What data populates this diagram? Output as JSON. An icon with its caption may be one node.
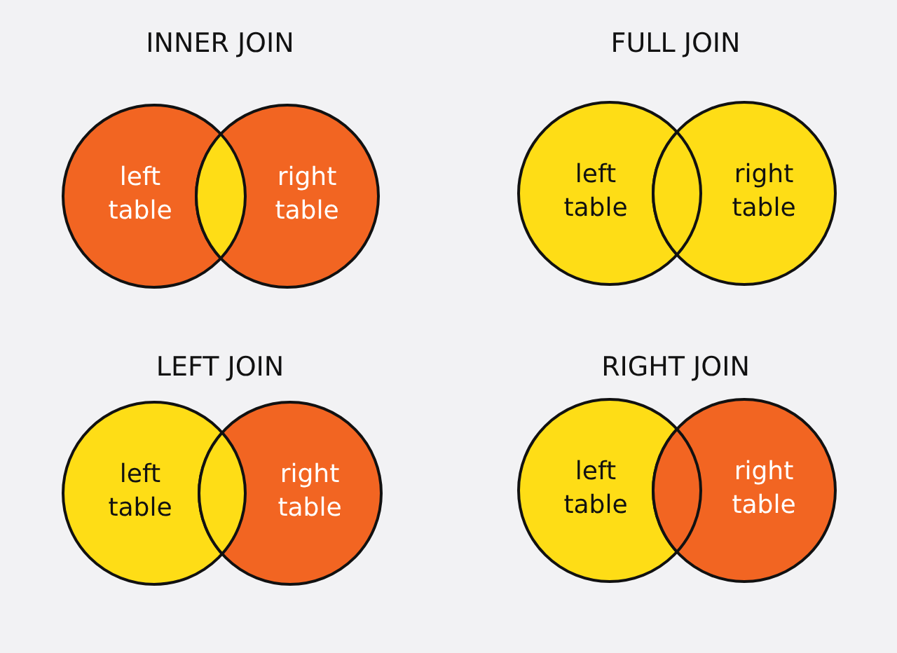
{
  "diagram": {
    "nodes": [
      {
        "text": [
          "left table"
        ]
      },
      {
        "text": [
          "right table"
        ]
      },
      {
        "text": [
          "left table"
        ]
      },
      {
        "text": [
          "right table"
        ]
      },
      {
        "text": [
          "left table"
        ]
      },
      {
        "text": [
          "right table"
        ]
      },
      {
        "text": [
          "left table"
        ]
      },
      {
        "text": [
          "right table"
        ]
      }
    ],
    "labels": [
      "INNER JOIN",
      "FULL JOIN",
      "LEFT JOIN",
      "RIGHT JOIN"
    ]
  }
}
